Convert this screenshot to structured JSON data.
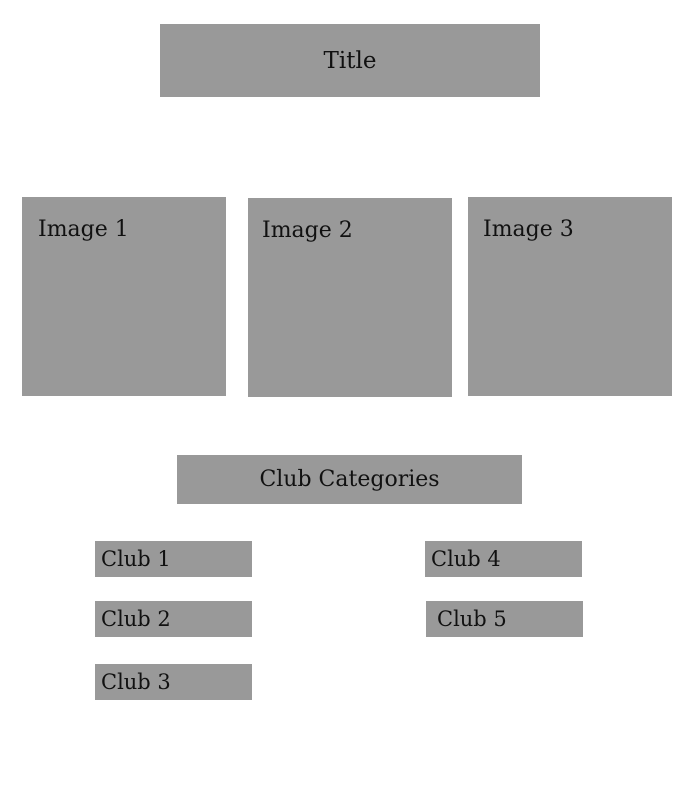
{
  "header": {
    "title": "Title"
  },
  "gallery": {
    "images": [
      {
        "label": "Image 1"
      },
      {
        "label": "Image 2"
      },
      {
        "label": "Image 3"
      }
    ]
  },
  "categories": {
    "heading": "Club Categories",
    "clubs": [
      {
        "label": "Club 1"
      },
      {
        "label": "Club 2"
      },
      {
        "label": "Club 3"
      },
      {
        "label": "Club 4"
      },
      {
        "label": "Club 5"
      }
    ]
  },
  "colors": {
    "placeholder_fill": "#999999",
    "background": "#ffffff",
    "text": "#111111"
  }
}
